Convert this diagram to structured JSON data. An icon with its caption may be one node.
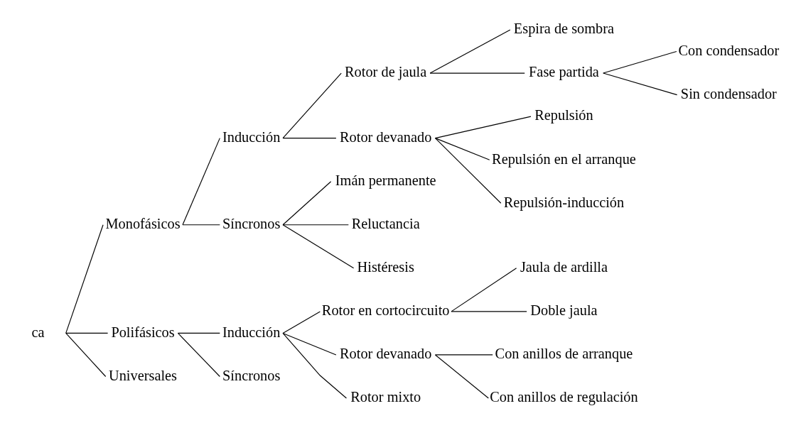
{
  "diagram": {
    "nodes": [
      {
        "text": [
          "ca"
        ]
      },
      {
        "text": [
          "Monofásicos"
        ]
      },
      {
        "text": [
          "Inducción"
        ]
      },
      {
        "text": [
          "Rotor de jaula"
        ]
      },
      {
        "text": [
          "Espira de sombra"
        ]
      },
      {
        "text": [
          "Fase partida"
        ]
      },
      {
        "text": [
          "Con condensador"
        ]
      },
      {
        "text": [
          "Sin condensador"
        ]
      },
      {
        "text": [
          "Rotor devanado"
        ]
      },
      {
        "text": [
          "Repulsión"
        ]
      },
      {
        "text": [
          "Repulsión en el arranque"
        ]
      },
      {
        "text": [
          "Repulsión-inducción"
        ]
      },
      {
        "text": [
          "Síncronos"
        ]
      },
      {
        "text": [
          "Imán permanente"
        ]
      },
      {
        "text": [
          "Reluctancia"
        ]
      },
      {
        "text": [
          "Histéresis"
        ]
      },
      {
        "text": [
          "Polifásicos"
        ]
      },
      {
        "text": [
          "Inducción"
        ]
      },
      {
        "text": [
          "Rotor en cortocircuito"
        ]
      },
      {
        "text": [
          "Jaula de ardilla"
        ]
      },
      {
        "text": [
          "Doble jaula"
        ]
      },
      {
        "text": [
          "Rotor devanado"
        ]
      },
      {
        "text": [
          "Con anillos de arranque"
        ]
      },
      {
        "text": [
          "Con anillos de regulación"
        ]
      },
      {
        "text": [
          "Rotor mixto"
        ]
      },
      {
        "text": [
          "Síncronos"
        ]
      },
      {
        "text": [
          "Universales"
        ]
      }
    ],
    "edges": [
      {
        "from": 0,
        "to": 1,
        "arrow": "none"
      },
      {
        "from": 0,
        "to": 16,
        "arrow": "none"
      },
      {
        "from": 0,
        "to": 26,
        "arrow": "none"
      },
      {
        "from": 1,
        "to": 2,
        "arrow": "none"
      },
      {
        "from": 1,
        "to": 12,
        "arrow": "none"
      },
      {
        "from": 2,
        "to": 3,
        "arrow": "none"
      },
      {
        "from": 2,
        "to": 8,
        "arrow": "none"
      },
      {
        "from": 3,
        "to": 4,
        "arrow": "none"
      },
      {
        "from": 3,
        "to": 5,
        "arrow": "none"
      },
      {
        "from": 5,
        "to": 6,
        "arrow": "none"
      },
      {
        "from": 5,
        "to": 7,
        "arrow": "none"
      },
      {
        "from": 8,
        "to": 9,
        "arrow": "none"
      },
      {
        "from": 8,
        "to": 10,
        "arrow": "none"
      },
      {
        "from": 8,
        "to": 11,
        "arrow": "none"
      },
      {
        "from": 12,
        "to": 13,
        "arrow": "none"
      },
      {
        "from": 12,
        "to": 14,
        "arrow": "none"
      },
      {
        "from": 12,
        "to": 15,
        "arrow": "none"
      },
      {
        "from": 16,
        "to": 17,
        "arrow": "none"
      },
      {
        "from": 16,
        "to": 25,
        "arrow": "none"
      },
      {
        "from": 17,
        "to": 18,
        "arrow": "none"
      },
      {
        "from": 17,
        "to": 21,
        "arrow": "none"
      },
      {
        "from": 17,
        "to": 24,
        "arrow": "none"
      },
      {
        "from": 18,
        "to": 19,
        "arrow": "none"
      },
      {
        "from": 18,
        "to": 20,
        "arrow": "none"
      },
      {
        "from": 21,
        "to": 22,
        "arrow": "none"
      },
      {
        "from": 21,
        "to": 23,
        "arrow": "none"
      }
    ]
  }
}
